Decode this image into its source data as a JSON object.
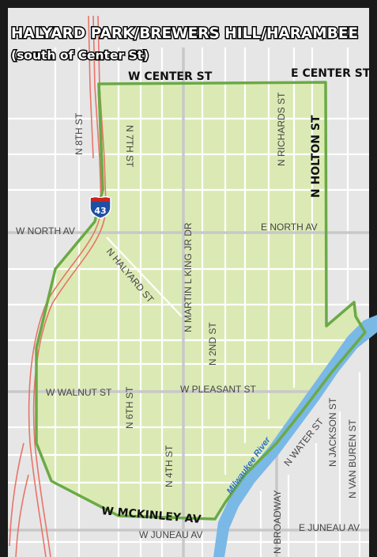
{
  "title": {
    "line1": "HALYARD PARK/BREWERS HILL/HARAMBEE",
    "line2": "(south of Center St)"
  },
  "colors": {
    "frame": "#1a1a1a",
    "background": "#e6e6e6",
    "neighborhood_fill": "#dbeab4",
    "boundary": "#6aaa45",
    "river": "#7ab8e6",
    "highway": "#e8746a",
    "street": "#ffffff"
  },
  "boundary_labels": {
    "north": "W CENTER ST",
    "north_east": "E CENTER ST",
    "east": "N HOLTON ST",
    "south": "W MCKINLEY AV"
  },
  "street_labels": [
    "N 8TH ST",
    "N 7TH ST",
    "N MARTIN L KING JR DR",
    "N RICHARDS ST",
    "W NORTH AV",
    "E NORTH AV",
    "N HALYARD ST",
    "N 2ND ST",
    "W WALNUT ST",
    "W PLEASANT ST",
    "N 6TH ST",
    "N 4TH ST",
    "N WATER ST",
    "N JACKSON ST",
    "N VAN BUREN ST",
    "N BROADWAY",
    "W JUNEAU AV",
    "E JUNEAU AV"
  ],
  "river_label": "Milwaukee River",
  "highway_shield": {
    "number": "43",
    "icon": "interstate-shield-icon"
  }
}
